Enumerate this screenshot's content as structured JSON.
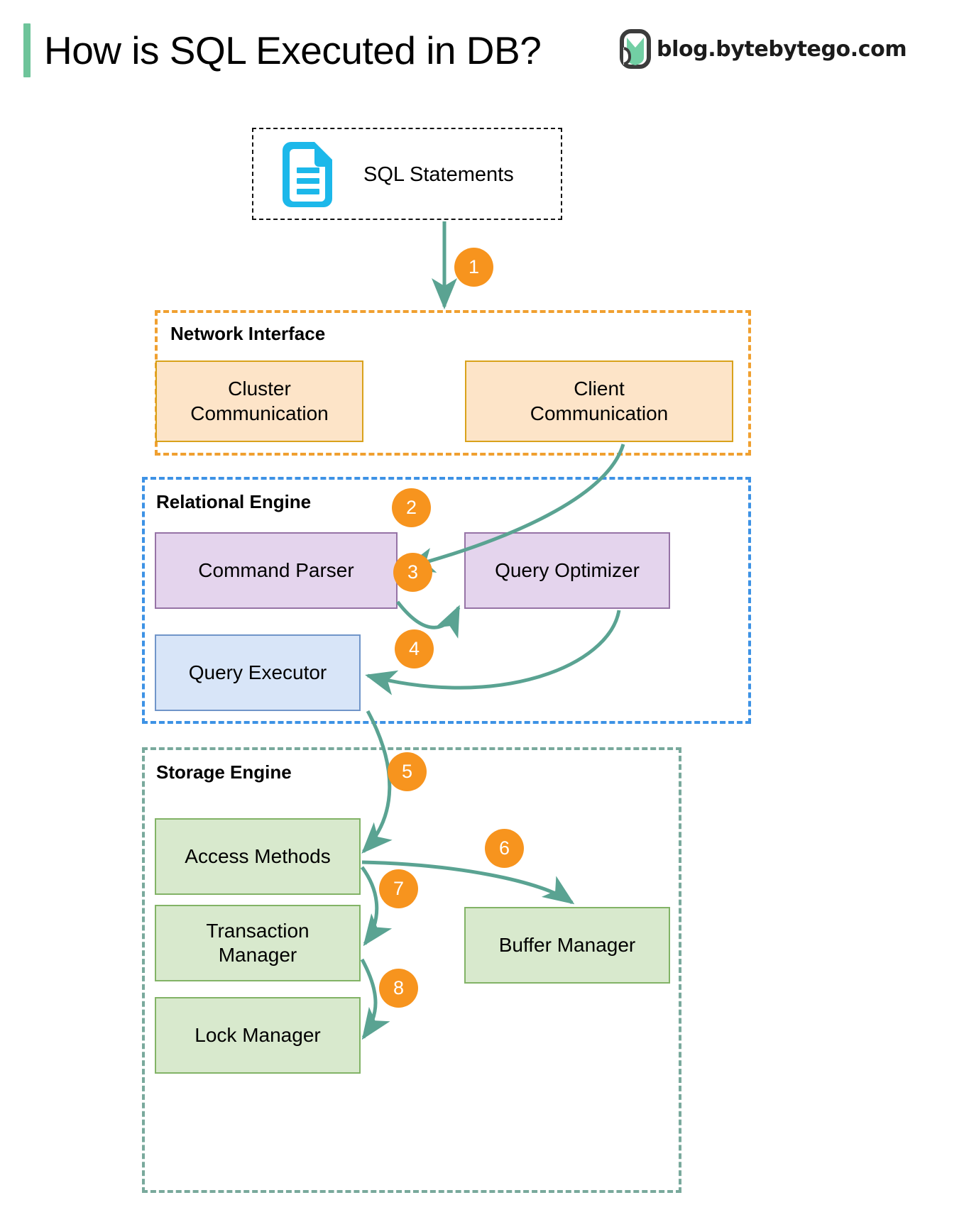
{
  "header": {
    "title": "How is SQL Executed in DB?",
    "brand_text": "blog.bytebytego.com",
    "accent_color": "#6ec49a",
    "logo_icon": "bytebytego-logo-icon"
  },
  "source": {
    "label": "SQL Statements",
    "icon": "document-icon",
    "icon_color": "#1cb8ea",
    "border_style": "dashed",
    "border_color": "#111111"
  },
  "steps": [
    {
      "number": "1",
      "from": "SQL Statements",
      "to": "Network Interface"
    },
    {
      "number": "2",
      "from": "Client Communication",
      "to": "Command Parser"
    },
    {
      "number": "3",
      "from": "Command Parser",
      "to": "Query Optimizer"
    },
    {
      "number": "4",
      "from": "Query Optimizer",
      "to": "Query Executor"
    },
    {
      "number": "5",
      "from": "Query Executor",
      "to": "Access Methods"
    },
    {
      "number": "6",
      "from": "Access Methods",
      "to": "Buffer Manager"
    },
    {
      "number": "7",
      "from": "Access Methods",
      "to": "Transaction Manager"
    },
    {
      "number": "8",
      "from": "Transaction Manager",
      "to": "Lock Manager"
    }
  ],
  "step_badge_color": "#f7941e",
  "arrow_color": "#5aa392",
  "groups": [
    {
      "id": "network-interface",
      "label": "Network Interface",
      "border_color": "#f0a030",
      "nodes": [
        {
          "id": "cluster-communication",
          "label": "Cluster\nCommunication",
          "fill": "#fde4c8",
          "stroke": "#d9a21b"
        },
        {
          "id": "client-communication",
          "label": "Client\nCommunication",
          "fill": "#fde4c8",
          "stroke": "#d9a21b"
        }
      ]
    },
    {
      "id": "relational-engine",
      "label": "Relational Engine",
      "border_color": "#3d92e5",
      "nodes": [
        {
          "id": "command-parser",
          "label": "Command Parser",
          "fill": "#e4d4ed",
          "stroke": "#9673a6"
        },
        {
          "id": "query-optimizer",
          "label": "Query Optimizer",
          "fill": "#e4d4ed",
          "stroke": "#9673a6"
        },
        {
          "id": "query-executor",
          "label": "Query Executor",
          "fill": "#d8e5f8",
          "stroke": "#7095c9"
        }
      ]
    },
    {
      "id": "storage-engine",
      "label": "Storage Engine",
      "border_color": "#79a99c",
      "nodes": [
        {
          "id": "access-methods",
          "label": "Access Methods",
          "fill": "#d8e9cd",
          "stroke": "#82b366"
        },
        {
          "id": "transaction-manager",
          "label": "Transaction\nManager",
          "fill": "#d8e9cd",
          "stroke": "#82b366"
        },
        {
          "id": "lock-manager",
          "label": "Lock Manager",
          "fill": "#d8e9cd",
          "stroke": "#82b366"
        },
        {
          "id": "buffer-manager",
          "label": "Buffer Manager",
          "fill": "#d8e9cd",
          "stroke": "#82b366"
        }
      ]
    }
  ],
  "labels": {
    "network_interface": "Network Interface",
    "relational_engine": "Relational Engine",
    "storage_engine": "Storage Engine",
    "cluster_communication_l1": "Cluster",
    "cluster_communication_l2": "Communication",
    "client_communication_l1": "Client",
    "client_communication_l2": "Communication",
    "command_parser": "Command Parser",
    "query_optimizer": "Query Optimizer",
    "query_executor": "Query Executor",
    "access_methods": "Access Methods",
    "transaction_manager_l1": "Transaction",
    "transaction_manager_l2": "Manager",
    "lock_manager": "Lock Manager",
    "buffer_manager": "Buffer Manager",
    "sql_statements": "SQL Statements",
    "step_1": "1",
    "step_2": "2",
    "step_3": "3",
    "step_4": "4",
    "step_5": "5",
    "step_6": "6",
    "step_7": "7",
    "step_8": "8"
  }
}
